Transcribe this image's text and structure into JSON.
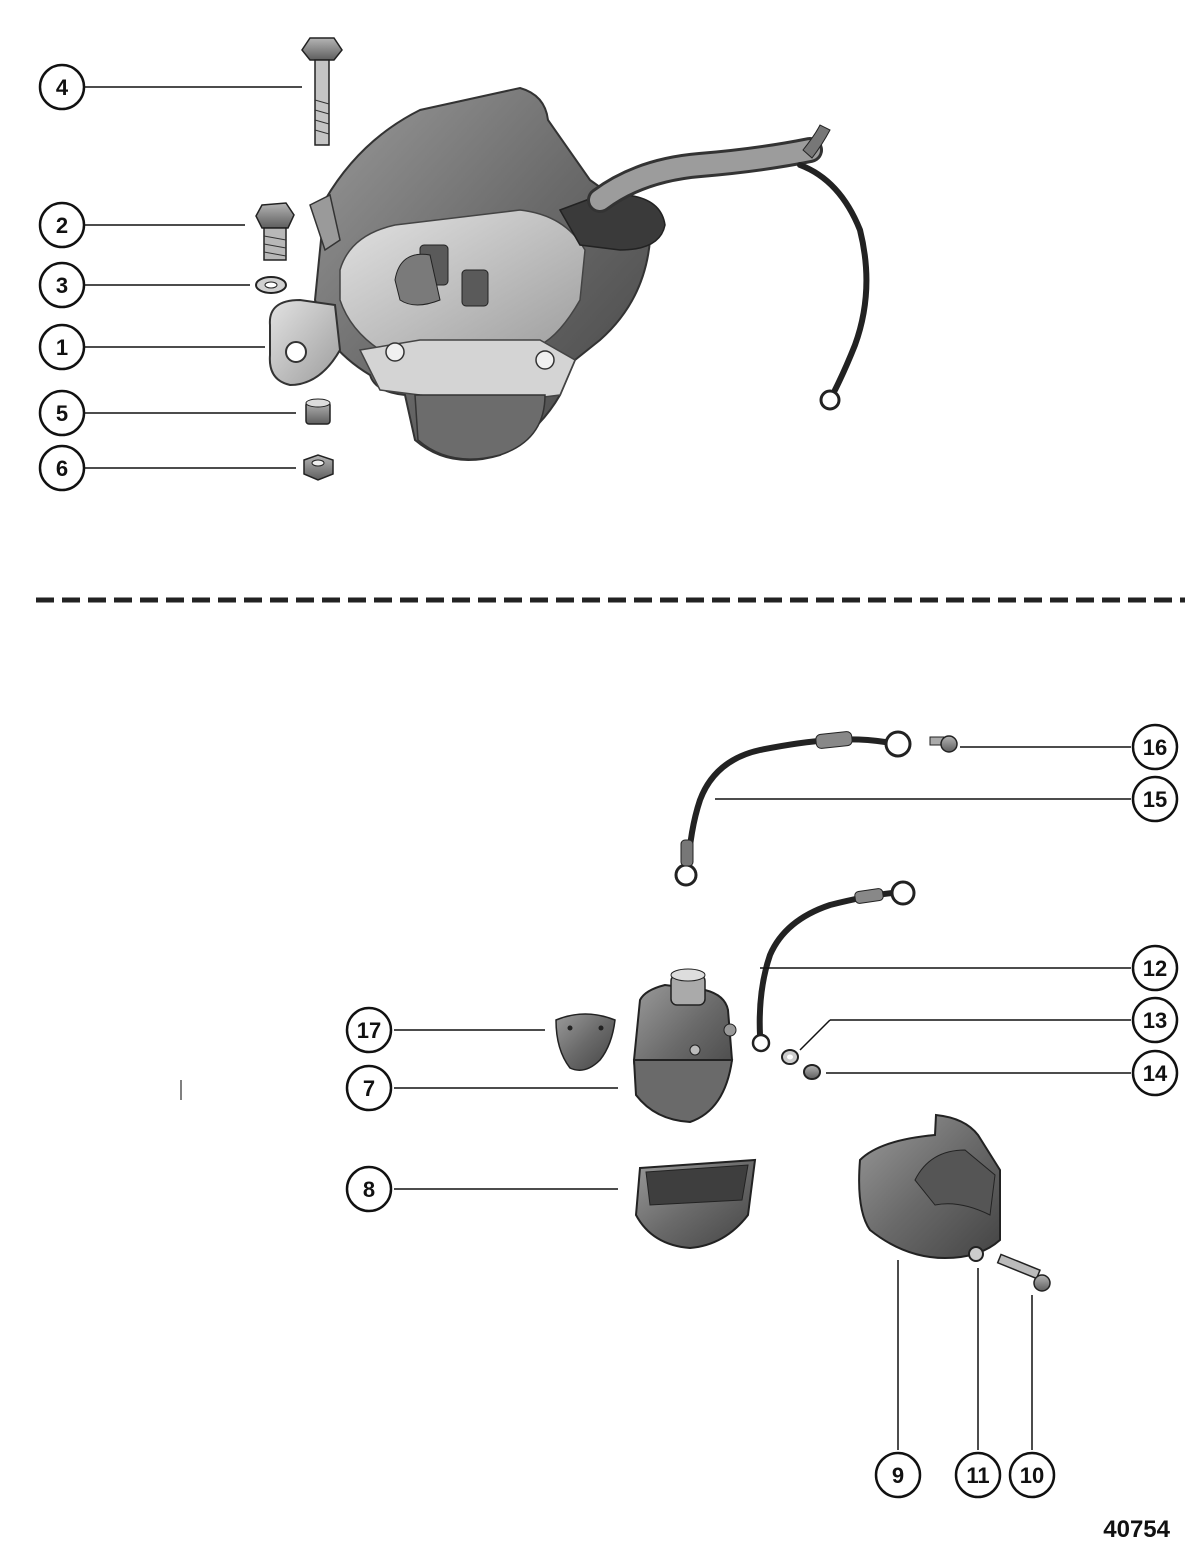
{
  "reference_number": "40754",
  "callouts": {
    "c1": "1",
    "c2": "2",
    "c3": "3",
    "c4": "4",
    "c5": "5",
    "c6": "6",
    "c7": "7",
    "c8": "8",
    "c9": "9",
    "c10": "10",
    "c11": "11",
    "c12": "12",
    "c13": "13",
    "c14": "14",
    "c15": "15",
    "c16": "16",
    "c17": "17"
  },
  "colors": {
    "ink": "#111111",
    "part_dark": "#555555",
    "part_mid": "#8a8a8a",
    "part_light": "#c8c8c8"
  }
}
